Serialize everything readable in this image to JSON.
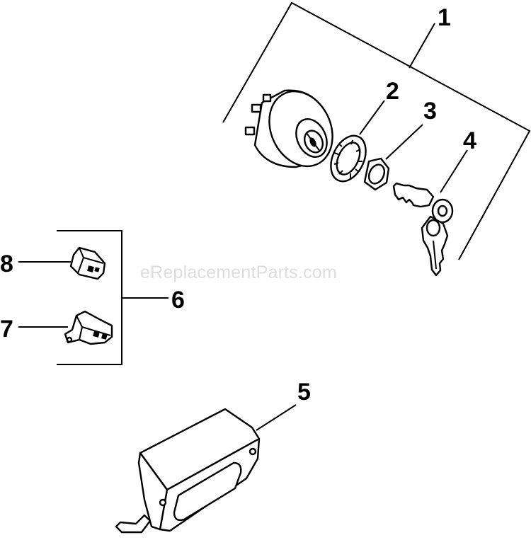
{
  "watermark": "eReplacementParts.com",
  "callouts": {
    "c1": "1",
    "c2": "2",
    "c3": "3",
    "c4": "4",
    "c5": "5",
    "c6": "6",
    "c7": "7",
    "c8": "8"
  },
  "parts": {
    "ignition_switch": "ignition-switch",
    "lock_washer": "lock-washer",
    "nut": "nut",
    "keys": "keys",
    "regulator": "voltage-regulator",
    "connector_7": "connector",
    "connector_8": "connector"
  },
  "colors": {
    "line": "#000000",
    "watermark": "#dcdcdc",
    "background": "#ffffff"
  }
}
